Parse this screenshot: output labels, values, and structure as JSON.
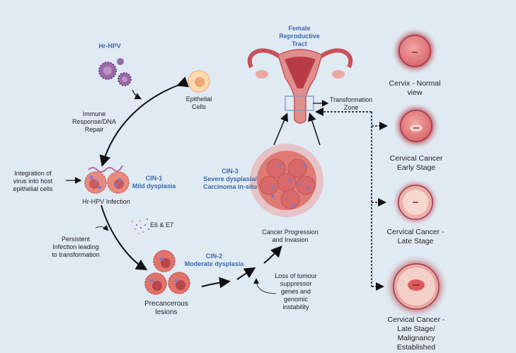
{
  "hpv": {
    "title": "Hr-HPV"
  },
  "epithelial": {
    "label": "Epithelial Cells"
  },
  "immune": {
    "label_l1": "Immune",
    "label_l2": "Response/DNA",
    "label_l3": "Repair"
  },
  "integration": {
    "label_l1": "Integration of",
    "label_l2": "virus into host",
    "label_l3": "epithelial cells"
  },
  "cin1": {
    "title": "CIN-1",
    "subtitle": "Mild dysplasia"
  },
  "infection": {
    "label": "Hr-HPV Infection"
  },
  "e6e7": {
    "label": "E6 & E7"
  },
  "persistent": {
    "label_l1": "Persistent",
    "label_l2": "Infection leading",
    "label_l3": "to transformation"
  },
  "cin2": {
    "title": "CIN-2",
    "subtitle": "Moderate dysplasia"
  },
  "precancerous": {
    "label_l1": "Precancerous",
    "label_l2": "lesions"
  },
  "cin3": {
    "title": "CIN-3",
    "subtitle_l1": "Severe dysplasia/",
    "subtitle_l2": "Carcinoma in-situ"
  },
  "progression": {
    "label_l1": "Cancer Progression",
    "label_l2": "and Invasion"
  },
  "loss": {
    "label_l1": "Loss of tumour",
    "label_l2": "suppressor",
    "label_l3": "genes and",
    "label_l4": "genomic",
    "label_l5": "instability"
  },
  "tract": {
    "title_l1": "Female",
    "title_l2": "Reproductive",
    "title_l3": "Tract"
  },
  "zone": {
    "label_l1": "Transformation",
    "label_l2": "Zone"
  },
  "cervix_stages": [
    {
      "label_l1": "Cervix - Normal",
      "label_l2": "view"
    },
    {
      "label_l1": "Cervical Cancer",
      "label_l2": "Early Stage"
    },
    {
      "label_l1": "Cervical Cancer -",
      "label_l2": "Late Stage"
    },
    {
      "label_l1": "Cervical Cancer -",
      "label_l2": "Late Stage/",
      "label_l3": "Malignancy",
      "label_l4": "Established"
    }
  ],
  "colors": {
    "background": "#e0eaf3",
    "accent_blue": "#3d6aa8",
    "cell": "#e98a80",
    "virus": "#9a6aa8"
  }
}
